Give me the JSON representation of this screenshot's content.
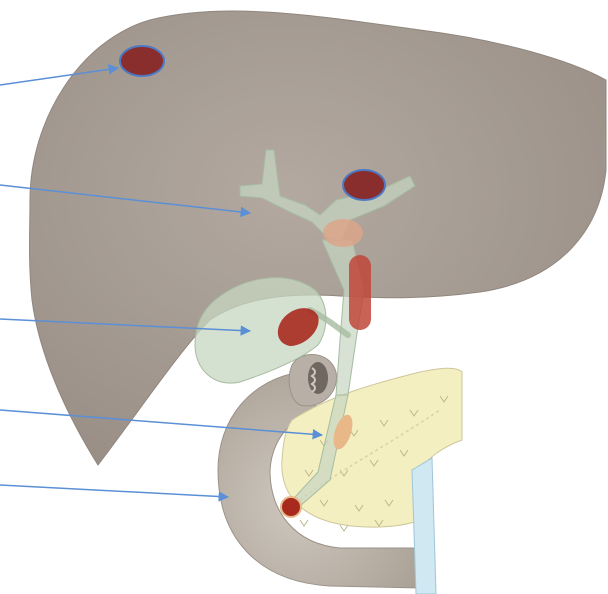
{
  "figure": {
    "subject": "liver-gallbladder-pancreas-anatomy",
    "labels_visible": false
  },
  "lesions": [
    {
      "name": "liver-lesion",
      "color": "#8a2d2d"
    },
    {
      "name": "hilar-lesion",
      "color": "#8a2d2d"
    },
    {
      "name": "gallbladder-lesion",
      "color": "#a82a1f"
    },
    {
      "name": "bile-duct-lesion",
      "color": "#e8b888"
    },
    {
      "name": "ampulla-lesion",
      "color": "#a82a1f"
    }
  ],
  "pointers": [
    {
      "name": "pointer-liver",
      "target": "liver-lesion"
    },
    {
      "name": "pointer-bile-duct-branches",
      "target": "bile-duct-branches"
    },
    {
      "name": "pointer-gallbladder",
      "target": "gallbladder"
    },
    {
      "name": "pointer-pancreas-head",
      "target": "pancreas-head"
    },
    {
      "name": "pointer-duodenum",
      "target": "duodenum"
    }
  ],
  "colors": {
    "liver": "#a49a91",
    "gallbladder": "#c7d7c0",
    "pancreas": "#f4efc0",
    "duodenum": "#c2bab0",
    "bile_duct": "#cfe3cf",
    "pancreatic_duct": "#cfe8f2",
    "arrow": "#5b8fd6",
    "lesion_dark": "#8a2d2d",
    "lesion_outline": "#4d79c4"
  }
}
